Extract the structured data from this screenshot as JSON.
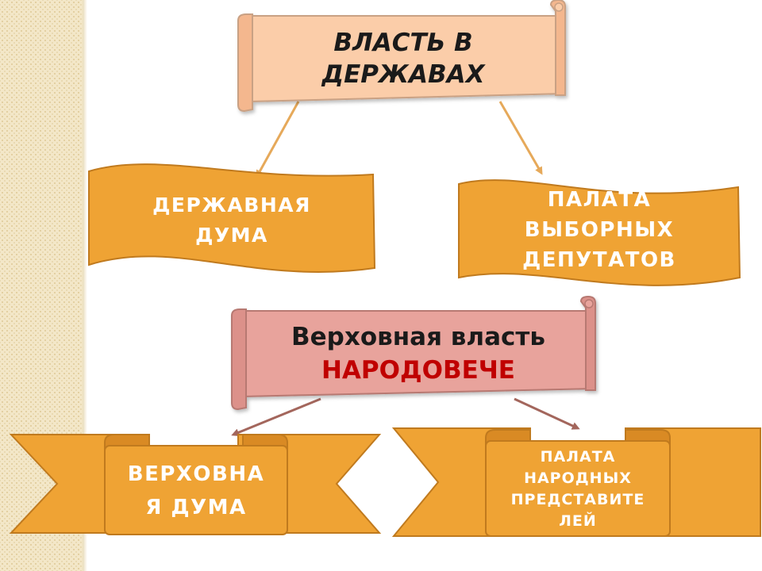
{
  "top_banner": {
    "line1": "ВЛАСТЬ В",
    "line2": "ДЕРЖАВАХ"
  },
  "left_flag": {
    "line1": "ДЕРЖАВНАЯ",
    "line2": "ДУМА"
  },
  "right_flag": {
    "line1": "ПАЛАТА",
    "line2": "ВЫБОРНЫХ",
    "line3": "ДЕПУТАТОВ"
  },
  "middle_banner": {
    "line1": "Верховная власть",
    "line2": "НАРОДОВЕЧЕ"
  },
  "bottom_left_ribbon": {
    "line1": "ВЕРХОВНА",
    "line2": "Я ДУМА"
  },
  "bottom_right_ribbon": {
    "line1": "ПАЛАТА",
    "line2": "НАРОДНЫХ",
    "line3": "ПРЕДСТАВИТЕ",
    "line4": "ЛЕЙ"
  },
  "colors": {
    "orange": "#efa334",
    "orange_stroke": "#c07a1e",
    "peach": "#fbcda9",
    "rose": "#e8a39c",
    "accent_red": "#c00000",
    "arrow_gold": "#e6a95a",
    "arrow_brown": "#a3665c"
  }
}
